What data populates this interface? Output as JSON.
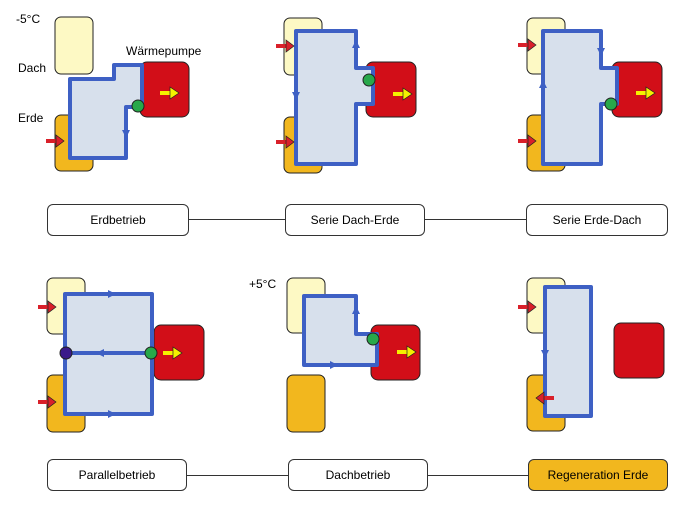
{
  "labels": {
    "temp_cold": "-5°C",
    "roof": "Dach",
    "heat_pump": "Wärmepumpe",
    "ground": "Erde",
    "temp_warm": "+5°C"
  },
  "modes": [
    {
      "label": "Erdbetrieb",
      "active": false
    },
    {
      "label": "Serie Dach-Erde",
      "active": false
    },
    {
      "label": "Serie Erde-Dach",
      "active": false
    },
    {
      "label": "Parallelbetrieb",
      "active": false
    },
    {
      "label": "Dachbetrieb",
      "active": false
    },
    {
      "label": "Regeneration Erde",
      "active": true
    }
  ],
  "colors": {
    "roof_box": "#fdf9c4",
    "ground_box": "#f2b71e",
    "heat_pump_box": "#d20e18",
    "circuit_fill": "#d7e0ec",
    "circuit_line": "#3e60c4",
    "arrow_red": "#d9202a",
    "arrow_yellow": "#f5f000",
    "node_green": "#28a84a",
    "node_purple": "#3a1a8a",
    "active_mode": "#f2b71e"
  }
}
